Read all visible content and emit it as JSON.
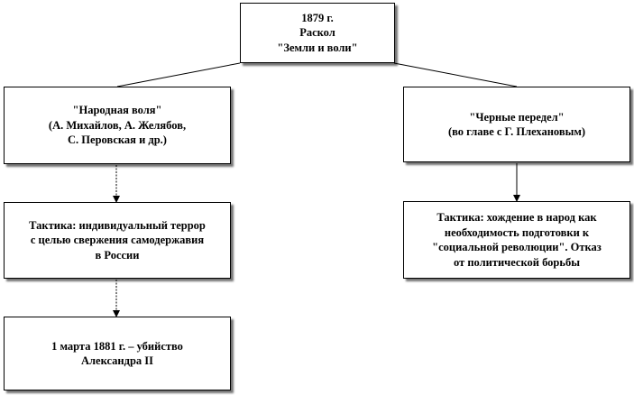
{
  "root": {
    "lines": [
      "1879 г.",
      "Раскол",
      "\"Земли и воли\""
    ]
  },
  "left": {
    "org": [
      "\"Народная воля\"",
      "(А. Михайлов, А. Желябов,",
      "С. Перовская и др.)"
    ],
    "tactic": [
      "Тактика:  индивидуальный террор",
      "с целью свержения самодержавия",
      "в России"
    ],
    "result": [
      "1 марта 1881 г. – убийство",
      "Александра II"
    ]
  },
  "right": {
    "org": [
      "\"Черные передел\"",
      "(во главе с Г. Плехановым)"
    ],
    "tactic": [
      "Тактика:  хождение в народ как",
      "необходимость подготовки к",
      "\"социальной революции\". Отказ",
      "от политической борьбы"
    ]
  }
}
